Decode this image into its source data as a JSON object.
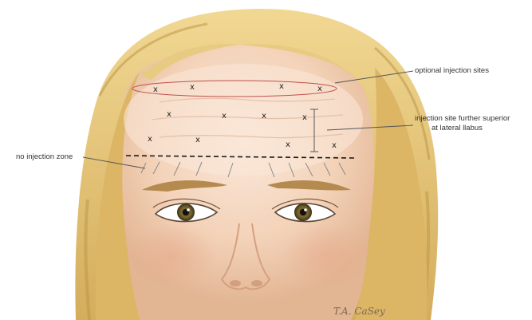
{
  "labels": {
    "optional_sites": "optional injection sites",
    "further_superior_line1": "injection site further superior",
    "further_superior_line2": "at  lateral llabus",
    "no_injection_zone": "no injection zone"
  },
  "signature": "T.A. CaSey",
  "marker_glyph": "x",
  "injection_marks": [
    {
      "group": "optional"
    },
    {
      "group": "optional"
    },
    {
      "group": "optional"
    },
    {
      "group": "optional"
    },
    {
      "group": "standard"
    },
    {
      "group": "standard"
    },
    {
      "group": "standard"
    },
    {
      "group": "standard"
    },
    {
      "group": "standard"
    },
    {
      "group": "standard"
    },
    {
      "group": "standard"
    },
    {
      "group": "standard"
    }
  ],
  "colors": {
    "skin": "#f3d2b8",
    "forehead_highlight": "#fae6d7",
    "hair": "#e6c57a",
    "hair_shadow": "#b89240",
    "optional_ellipse": "#c0504d",
    "leader_line": "#555555",
    "text": "#333333"
  }
}
